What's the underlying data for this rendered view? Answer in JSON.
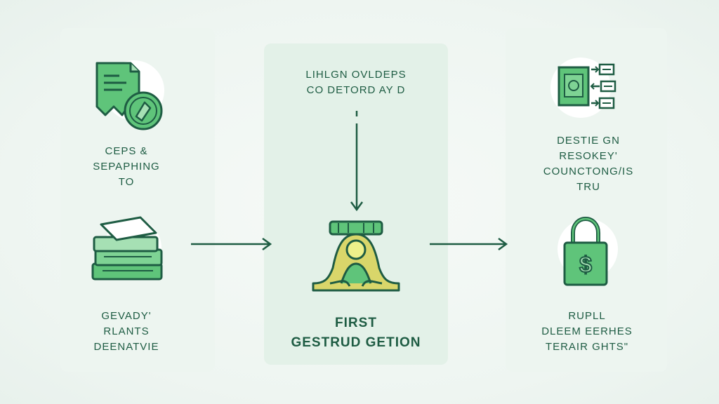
{
  "left": {
    "top_label": [
      "CEPS &",
      "SEPAPHING",
      "TO"
    ],
    "bottom_label": [
      "GEVADY'",
      "RLANTS",
      "DEENATVIE"
    ]
  },
  "center": {
    "top_label": [
      "LIHLGN OVLDEPS",
      "CO DETORD AY D"
    ],
    "title": [
      "FIRST",
      "GESTRUD GETION"
    ]
  },
  "right": {
    "top_label": [
      "DESTIE GN",
      "RESOKEY'",
      "COUNCTONG/IS",
      "TRU"
    ],
    "bottom_label": [
      "RUPLL",
      "DLEEM EERHES",
      "TERAIR GHTS\""
    ]
  },
  "colors": {
    "accent_green": "#5fc47a",
    "dark_green": "#1e5c43",
    "yellow": "#d9d66a",
    "panel": "#e3f1e8"
  },
  "icons": [
    "document-coin-icon",
    "money-stack-icon",
    "bank-building-icon",
    "document-checklist-icon",
    "padlock-dollar-icon"
  ]
}
